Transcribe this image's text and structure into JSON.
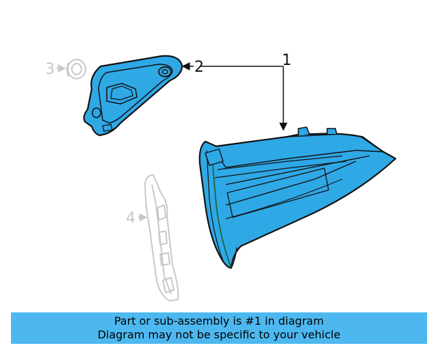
{
  "callouts": {
    "one": "1",
    "two": "2",
    "three": "3",
    "four": "4"
  },
  "colors": {
    "highlight": "#2fa8e6",
    "outline": "#111111",
    "ghost": "#c8c8c8",
    "banner": "#4db8f0"
  },
  "banner": {
    "line1": "Part or sub-assembly is #1 in diagram",
    "line2": "Diagram may not be specific to your vehicle"
  }
}
